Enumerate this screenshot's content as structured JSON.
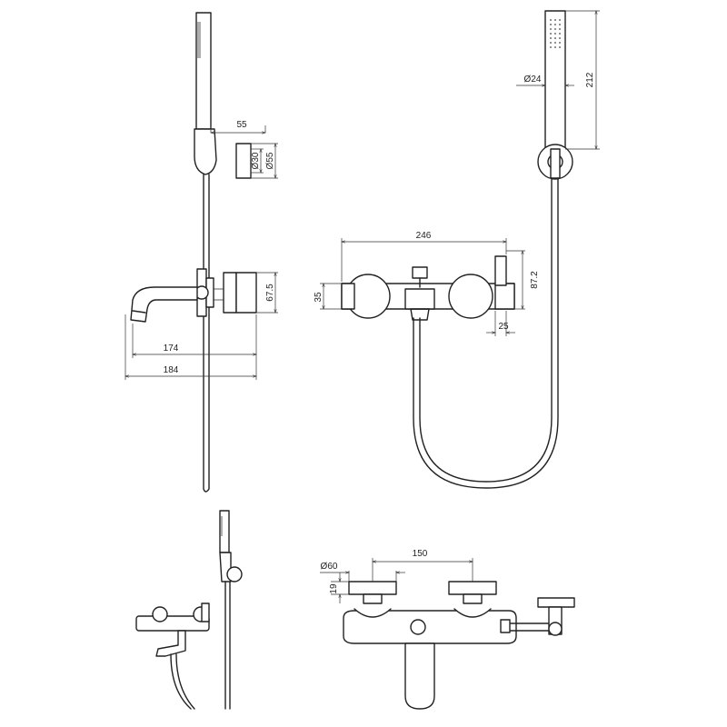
{
  "dimensions": {
    "side_handle_depth": "55",
    "side_holder_inner_dia": "Ø30",
    "side_holder_outer_dia": "Ø55",
    "side_body_height": "67.5",
    "side_spout_174": "174",
    "side_spout_184": "184",
    "front_width": "246",
    "front_inlet": "35",
    "front_height": "87.2",
    "front_lever": "25",
    "handshower_dia": "Ø24",
    "handshower_length": "212",
    "top_centres": "150",
    "top_handle_dia": "Ø60",
    "top_handle_height": "19"
  }
}
